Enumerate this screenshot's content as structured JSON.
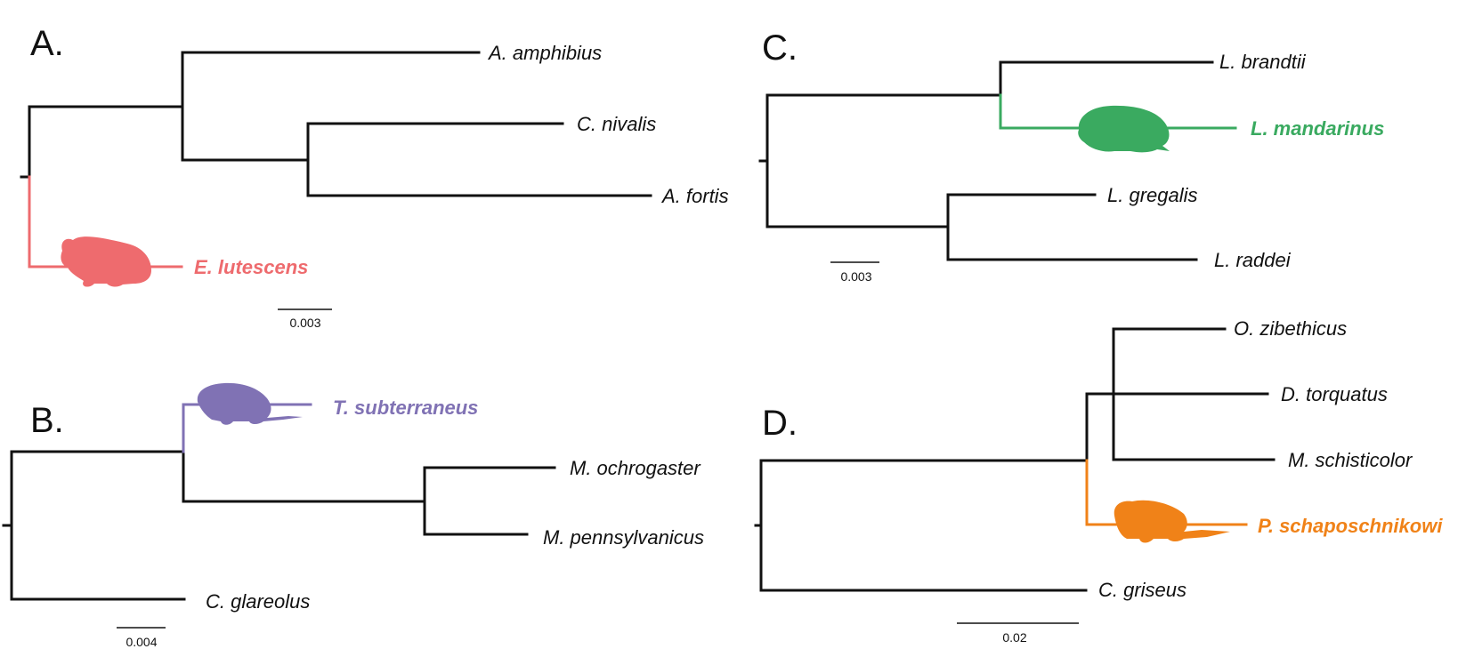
{
  "figure": {
    "colors": {
      "black": "#111111",
      "red": "#ee6b6e",
      "purple": "#8072b4",
      "green": "#3aaa60",
      "orange": "#f08218"
    },
    "panels": [
      {
        "label": "A.",
        "scale": "0.003",
        "taxa": [
          "A. amphibius",
          "C. nivalis",
          "A. fortis",
          "E. lutescens"
        ],
        "highlight": {
          "taxon": "E. lutescens",
          "color": "#ee6b6e",
          "silhouette": "vole-silhouette"
        }
      },
      {
        "label": "B.",
        "scale": "0.004",
        "taxa": [
          "T. subterraneus",
          "M. ochrogaster",
          "M. pennsylvanicus",
          "C. glareolus"
        ],
        "highlight": {
          "taxon": "T. subterraneus",
          "color": "#8072b4",
          "silhouette": "mole-vole-silhouette"
        }
      },
      {
        "label": "C.",
        "scale": "0.003",
        "taxa": [
          "L. brandtii",
          "L. mandarinus",
          "L. gregalis",
          "L. raddei"
        ],
        "highlight": {
          "taxon": "L. mandarinus",
          "color": "#3aaa60",
          "silhouette": "vole-silhouette"
        }
      },
      {
        "label": "D.",
        "scale": "0.02",
        "taxa": [
          "O. zibethicus",
          "D. torquatus",
          "M. schisticolor",
          "P. schaposchnikowi",
          "C. griseus"
        ],
        "highlight": {
          "taxon": "P. schaposchnikowi",
          "color": "#f08218",
          "silhouette": "mole-vole-silhouette"
        }
      }
    ]
  }
}
